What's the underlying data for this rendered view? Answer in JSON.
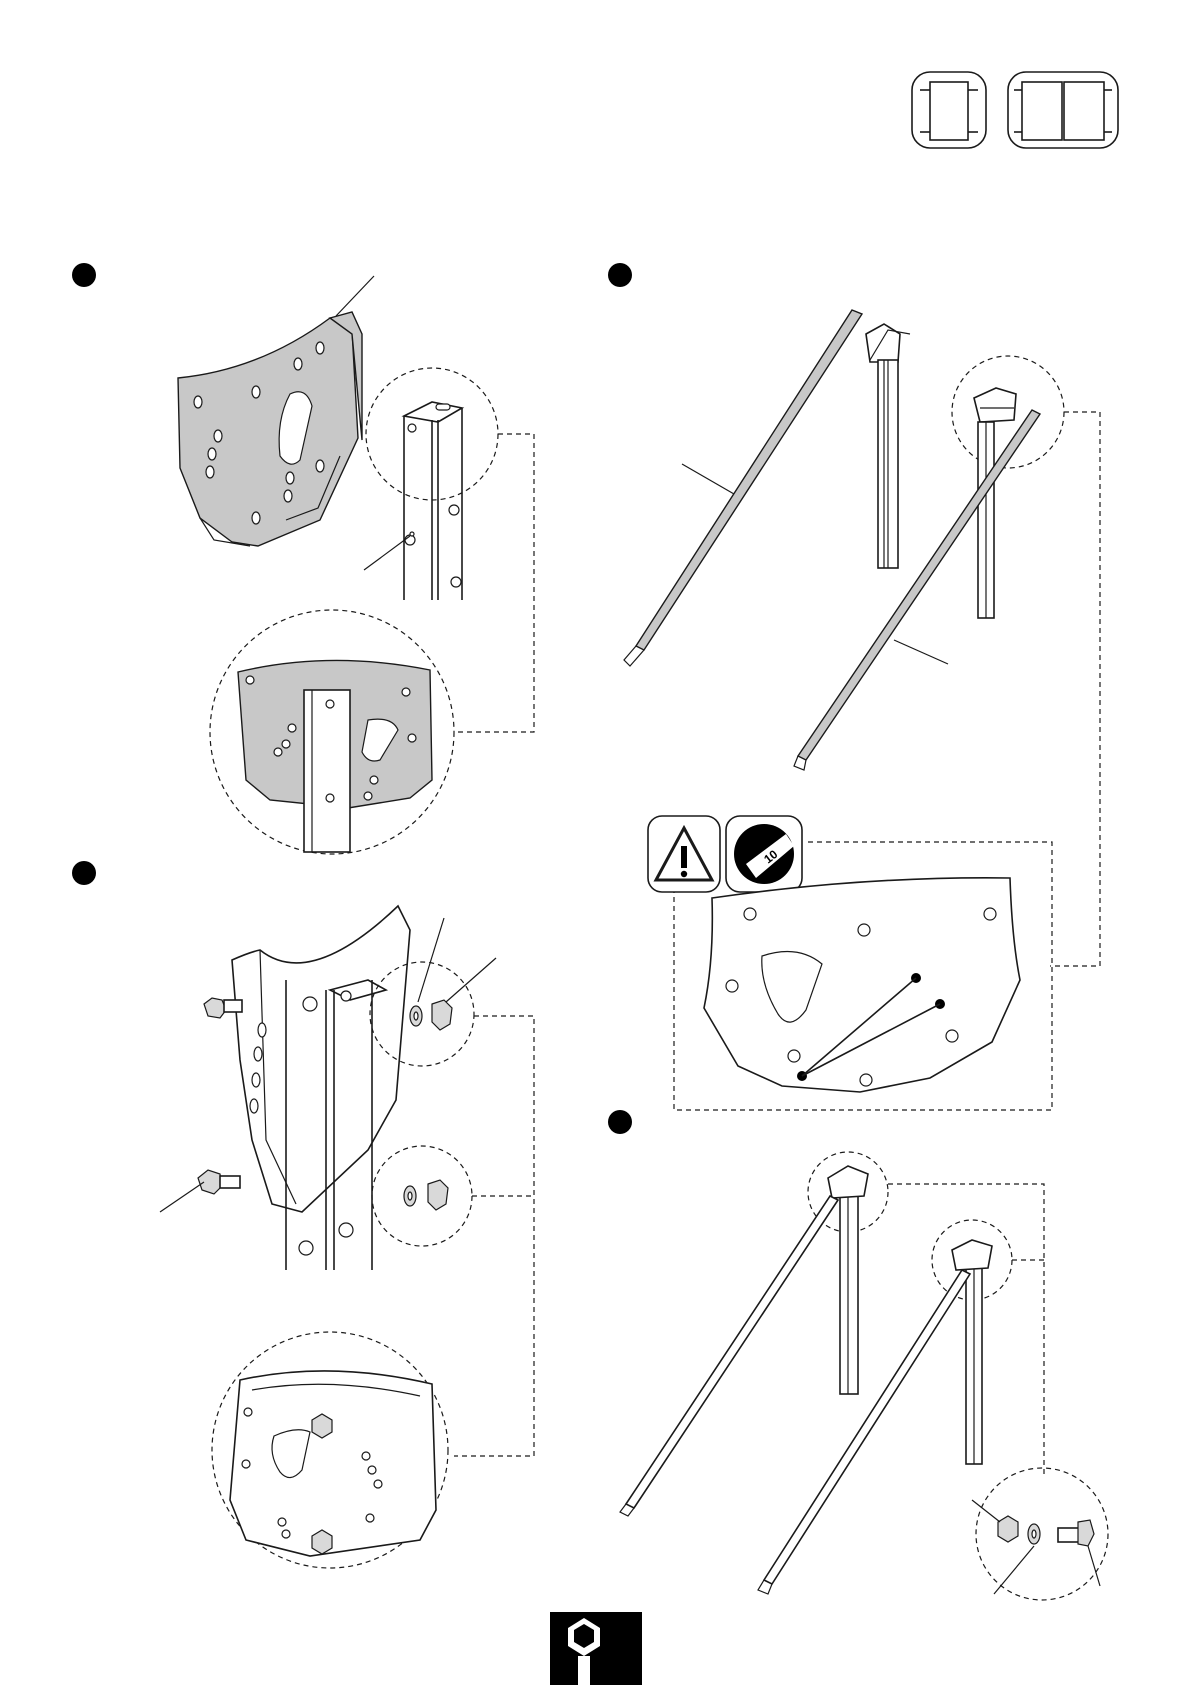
{
  "page": {
    "background": "#ffffff",
    "ink": "#1a1a1a",
    "plate_fill": "#c8c8c8"
  },
  "icons": {
    "frame_single": "single-frame-icon",
    "frame_double": "double-frame-icon",
    "warning": "warning-icon",
    "measure": "tape-measure-icon",
    "wrench": "wrench-icon"
  },
  "measure_badge": {
    "value": "10"
  },
  "steps": [
    {
      "marker": "step-1",
      "parts": [
        "bracket-plate",
        "upright-post"
      ]
    },
    {
      "marker": "step-2",
      "parts": [
        "diagonal-brace",
        "upright-post",
        "diagonal-brace"
      ]
    },
    {
      "marker": "step-3",
      "parts": [
        "bolt",
        "washer",
        "nut"
      ]
    },
    {
      "marker": "step-4",
      "parts": [
        "nut",
        "washer",
        "bolt"
      ]
    }
  ]
}
